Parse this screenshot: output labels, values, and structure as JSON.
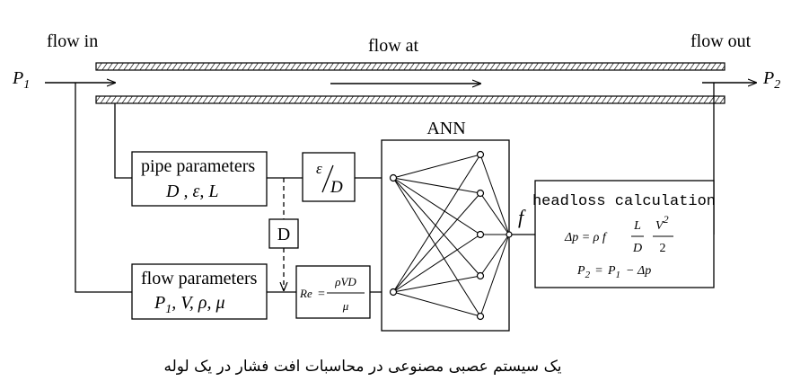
{
  "labels": {
    "flow_in": "flow in",
    "flow_at": "flow at",
    "flow_out": "flow out",
    "p1": "P",
    "p1_sub": "1",
    "p2": "P",
    "p2_sub": "2",
    "ann": "ANN",
    "f": "f"
  },
  "pipe_box": {
    "title": "pipe parameters",
    "vars": "D , ε, L"
  },
  "flow_box": {
    "title": "flow parameters",
    "vars_p": "P",
    "vars_sub": "1",
    "vars_rest": ", V, ρ, μ"
  },
  "ratio_box": {
    "num": "ε",
    "den": "D"
  },
  "d_box": {
    "label": "D"
  },
  "re_box": {
    "lhs": "Re",
    "eq": "=",
    "num": "ρVD",
    "den": "μ"
  },
  "headloss_box": {
    "title": "headloss calculation",
    "eq1_lhs": "Δp = ρ f",
    "eq1_f1_num": "L",
    "eq1_f1_den": "D",
    "eq1_f2_num": "V",
    "eq1_f2_sup": "2",
    "eq1_f2_den": "2",
    "eq2_p2": "P",
    "eq2_p2_sub": "2",
    "eq2_eq": "=",
    "eq2_p1": "P",
    "eq2_p1_sub": "1",
    "eq2_rest": "− Δp"
  },
  "caption": "یک سیستم عصبی مصنوعی در محاسبات افت فشار در یک لوله"
}
